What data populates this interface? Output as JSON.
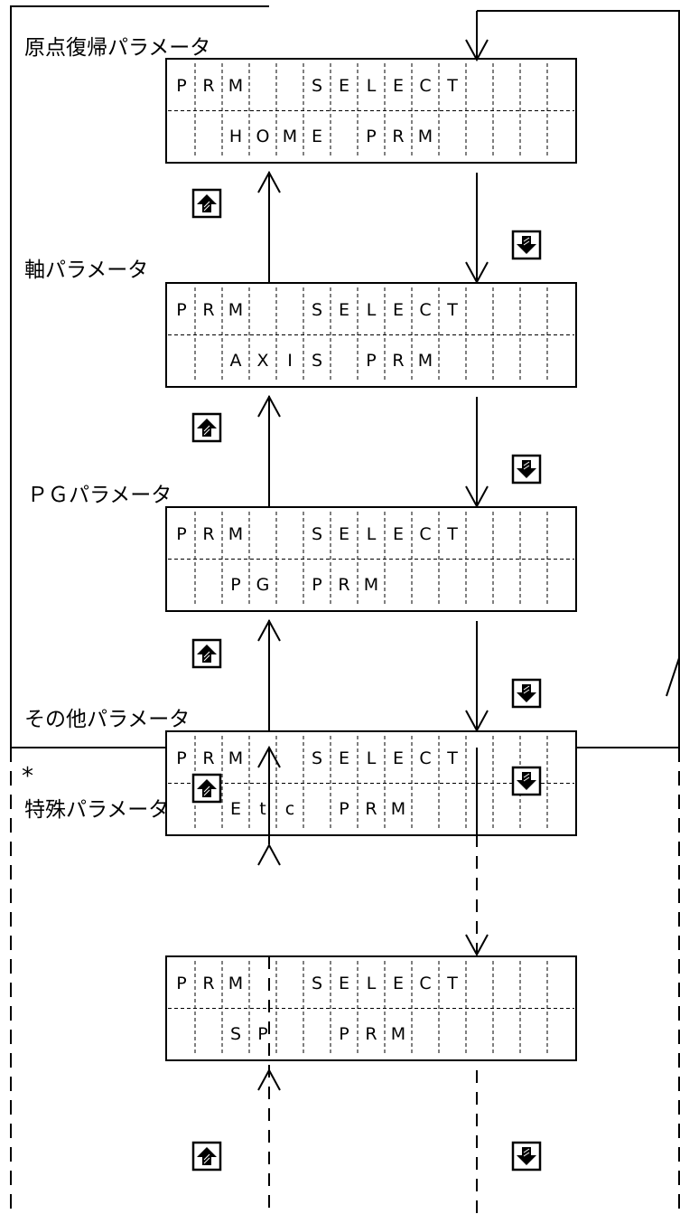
{
  "screens": [
    {
      "label": "原点復帰パラメータ",
      "line1": [
        "P",
        "R",
        "M",
        "",
        "",
        "S",
        "E",
        "L",
        "E",
        "C",
        "T",
        "",
        "",
        "",
        ""
      ],
      "line2": [
        "",
        "",
        "H",
        "O",
        "M",
        "E",
        "",
        "P",
        "R",
        "M",
        "",
        "",
        "",
        "",
        ""
      ]
    },
    {
      "label": "軸パラメータ",
      "line1": [
        "P",
        "R",
        "M",
        "",
        "",
        "S",
        "E",
        "L",
        "E",
        "C",
        "T",
        "",
        "",
        "",
        ""
      ],
      "line2": [
        "",
        "",
        "A",
        "X",
        "I",
        "S",
        "",
        "P",
        "R",
        "M",
        "",
        "",
        "",
        "",
        ""
      ]
    },
    {
      "label": "ＰＧパラメータ",
      "line1": [
        "P",
        "R",
        "M",
        "",
        "",
        "S",
        "E",
        "L",
        "E",
        "C",
        "T",
        "",
        "",
        "",
        ""
      ],
      "line2": [
        "",
        "",
        "P",
        "G",
        "",
        "P",
        "R",
        "M",
        "",
        "",
        "",
        "",
        "",
        "",
        ""
      ]
    },
    {
      "label": "その他パラメータ",
      "line1": [
        "P",
        "R",
        "M",
        "",
        "",
        "S",
        "E",
        "L",
        "E",
        "C",
        "T",
        "",
        "",
        "",
        ""
      ],
      "line2": [
        "",
        "",
        "E",
        "t",
        "c",
        "",
        "P",
        "R",
        "M",
        "",
        "",
        "",
        "",
        "",
        ""
      ]
    },
    {
      "label": "特殊パラメータ",
      "line1": [
        "P",
        "R",
        "M",
        "",
        "",
        "S",
        "E",
        "L",
        "E",
        "C",
        "T",
        "",
        "",
        "",
        ""
      ],
      "line2": [
        "",
        "",
        "S",
        "P",
        "",
        "",
        "P",
        "R",
        "M",
        "",
        "",
        "",
        "",
        "",
        ""
      ]
    }
  ],
  "optional_marker": "*",
  "keys": {
    "up": "up-key-icon",
    "down": "down-key-icon"
  }
}
